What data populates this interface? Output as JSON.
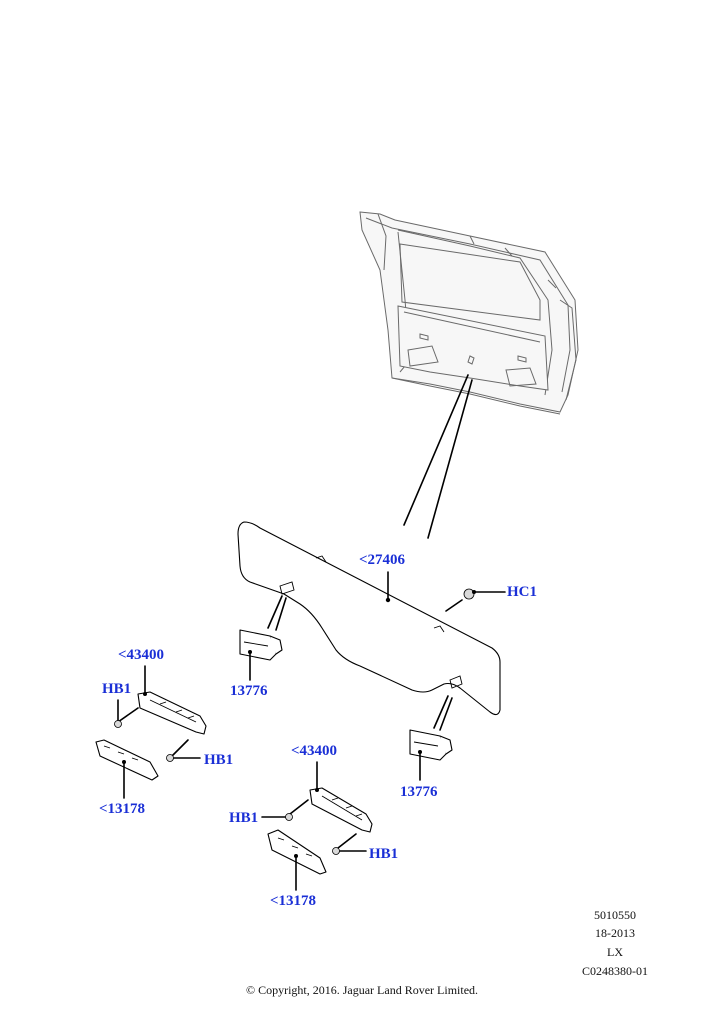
{
  "callouts": {
    "panel": "<27406",
    "clip": "HC1",
    "sensor_left": "13776",
    "sensor_right": "13776",
    "bracket_left": "<43400",
    "bracket_right": "<43400",
    "bolt_left_a": "HB1",
    "bolt_left_b": "HB1",
    "bolt_right_a": "HB1",
    "bolt_right_b": "HB1",
    "cover_left": "<13178",
    "cover_right": "<13178"
  },
  "meta": {
    "line1": "5010550",
    "line2": "18-2013",
    "line3": "LX",
    "line4": "C0248380-01"
  },
  "copyright": "© Copyright, 2016. Jaguar Land Rover Limited.",
  "colors": {
    "callout": "#1a2fd6",
    "line": "#000000",
    "gate_outline": "#6a6a6a"
  }
}
